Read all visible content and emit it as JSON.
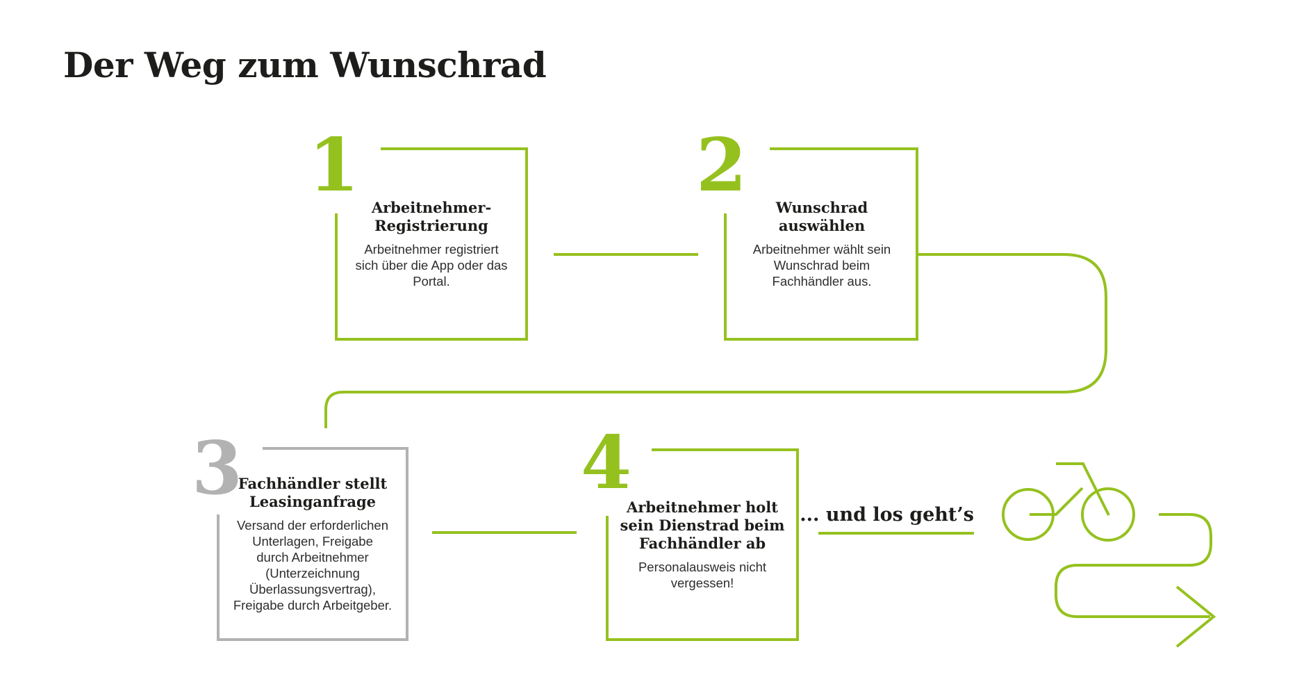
{
  "page": {
    "title": "Der Weg zum Wunschrad"
  },
  "steps": [
    {
      "number": "1",
      "title": "Arbeitnehmer-\nRegistrierung",
      "body": "Arbeitnehmer registriert\nsich über die App oder das\nPortal.",
      "variant": "green"
    },
    {
      "number": "2",
      "title": "Wunschrad\nauswählen",
      "body": "Arbeitnehmer wählt sein\nWunschrad beim\nFachhändler aus.",
      "variant": "green"
    },
    {
      "number": "3",
      "title": "Fachhändler stellt\nLeasinganfrage",
      "body": "Versand der erforderlichen\nUnterlagen, Freigabe\ndurch Arbeitnehmer\n(Unterzeichnung\nÜberlassungsvertrag),\nFreigabe durch Arbeitgeber.",
      "variant": "gray"
    },
    {
      "number": "4",
      "title": "Arbeitnehmer holt\nsein Dienstrad beim\nFachhändler ab",
      "body": "Personalausweis nicht\nvergessen!",
      "variant": "green"
    }
  ],
  "outro": {
    "label": "... und los geht’s"
  },
  "icons": [
    {
      "name": "bicycle-icon"
    },
    {
      "name": "route-arrow-icon"
    }
  ],
  "colors": {
    "accent_green": "#95c11f",
    "neutral_gray": "#b2b2b2",
    "text_dark": "#1d1d1b"
  }
}
